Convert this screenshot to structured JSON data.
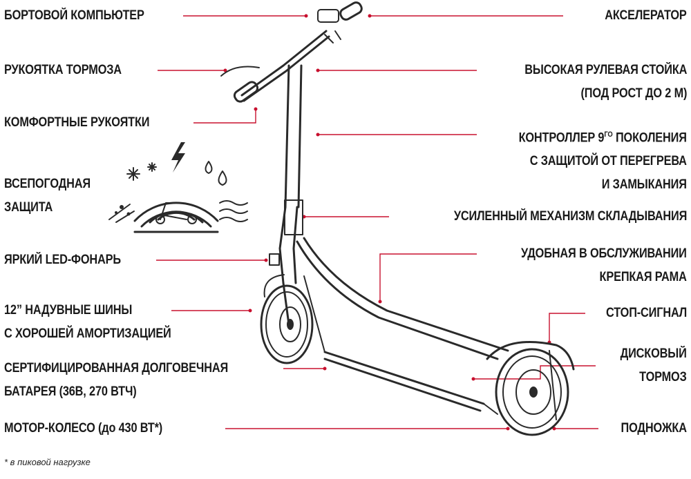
{
  "labels_left": [
    {
      "id": "onboard-computer",
      "text": "БОРТОВОЙ КОМПЬЮТЕР"
    },
    {
      "id": "brake-lever",
      "text": "РУКОЯТКА ТОРМОЗА"
    },
    {
      "id": "comfort-grips",
      "text": "КОМФОРТНЫЕ РУКОЯТКИ"
    },
    {
      "id": "weather-protection",
      "lines": [
        "ВСЕПОГОДНАЯ",
        "ЗАЩИТА"
      ]
    },
    {
      "id": "led-light",
      "text": "ЯРКИЙ LED-ФОНАРЬ"
    },
    {
      "id": "tires",
      "lines": [
        "12” НАДУВНЫЕ ШИНЫ",
        "С ХОРОШЕЙ АМОРТИЗАЦИЕЙ"
      ]
    },
    {
      "id": "battery",
      "lines": [
        "СЕРТИФИЦИРОВАННАЯ ДОЛГОВЕЧНАЯ",
        "БАТАРЕЯ (36В, 270 ВТЧ)"
      ]
    },
    {
      "id": "motor-wheel",
      "text": "МОТОР-КОЛЕСО (до 430 ВТ*)"
    }
  ],
  "labels_right": [
    {
      "id": "accelerator",
      "text": "АКСЕЛЕРАТОР"
    },
    {
      "id": "steering-column",
      "lines": [
        "ВЫСОКАЯ РУЛЕВАЯ СТОЙКА",
        "(ПОД РОСТ ДО 2 М)"
      ]
    },
    {
      "id": "controller",
      "lines": [
        "КОНТРОЛЛЕР 9",
        "С ЗАЩИТОЙ ОТ ПЕРЕГРЕВА",
        "И ЗАМЫКАНИЯ"
      ],
      "superscript": "ГО",
      "line1_suffix": " ПОКОЛЕНИЯ"
    },
    {
      "id": "folding",
      "text": "УСИЛЕННЫЙ МЕХАНИЗМ СКЛАДЫВАНИЯ"
    },
    {
      "id": "frame",
      "lines": [
        "УДОБНАЯ В ОБСЛУЖИВАНИИ",
        "КРЕПКАЯ РАМА"
      ]
    },
    {
      "id": "stop-signal",
      "text": "СТОП-СИГНАЛ"
    },
    {
      "id": "disc-brake",
      "lines": [
        "ДИСКОВЫЙ",
        "ТОРМОЗ"
      ]
    },
    {
      "id": "kickstand",
      "text": "ПОДНОЖКА"
    }
  ],
  "footnote": "* в пиковой нагрузке",
  "colors": {
    "accent": "#c8102e",
    "text": "#1a1a1a",
    "drawing": "#2a2a2a"
  },
  "icons": [
    "scooter-illustration",
    "weather-protection-icon",
    "lightning-icon",
    "snowflake-icon",
    "water-drop-icon",
    "wind-icon",
    "dust-icon"
  ]
}
